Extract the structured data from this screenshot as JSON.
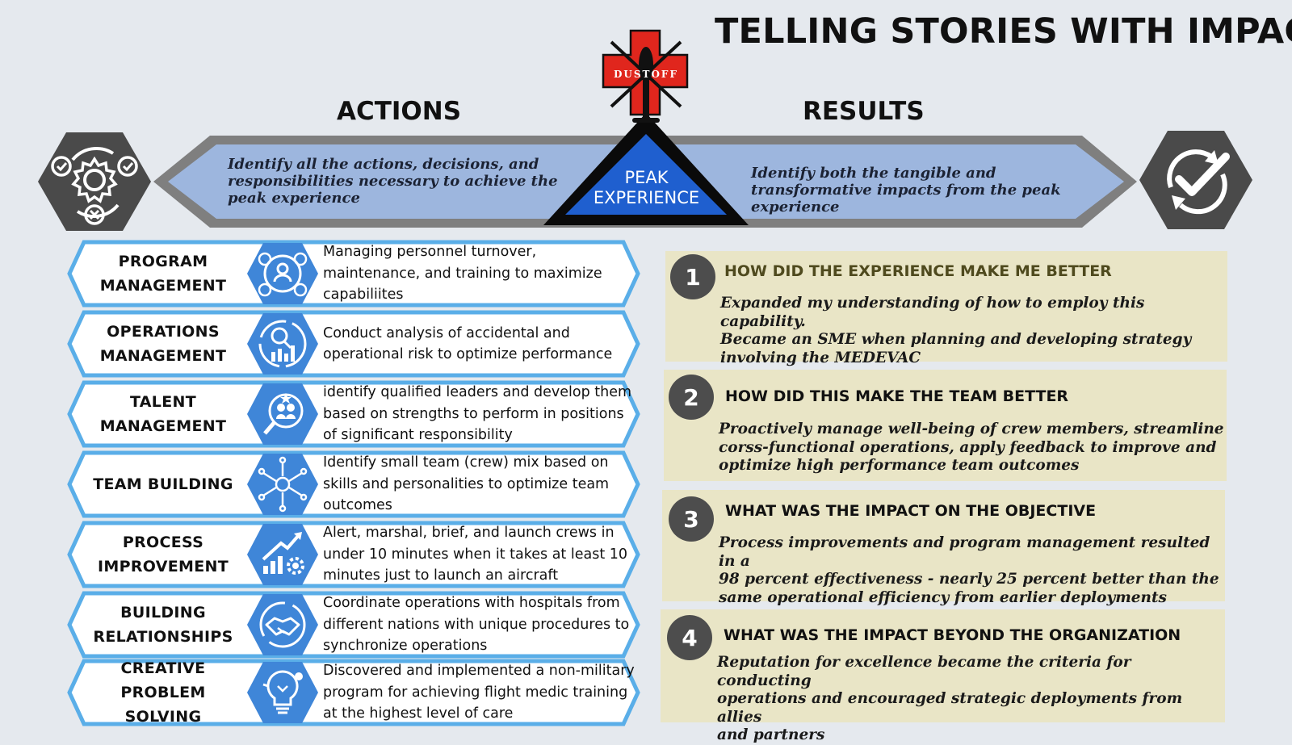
{
  "title": "TELLING STORIES WITH IMPACT",
  "actions_heading": "ACTIONS",
  "results_heading": "RESULTS",
  "left_banner_text": "Identify all the actions, decisions, and responsibilities necessary to achieve the peak experience",
  "right_banner_text": "Identify both the tangible and transformative impacts from the peak experience",
  "peak": {
    "line1": "PEAK",
    "line2": "EXPERIENCE"
  },
  "logo_text": "DUSTOFF",
  "icons": {
    "left_hex": "gear-checklist-icon",
    "right_hex": "check-cycle-icon"
  },
  "actions": [
    {
      "label_lines": [
        "PROGRAM",
        "MANAGEMENT"
      ],
      "icon": "program-management-icon",
      "description": "Managing personnel turnover, maintenance, and training to maximize capabiliites"
    },
    {
      "label_lines": [
        "OPERATIONS",
        "MANAGEMENT"
      ],
      "icon": "analysis-chart-icon",
      "description": "Conduct analysis of accidental and operational risk to optimize performance"
    },
    {
      "label_lines": [
        "TALENT",
        "MANAGEMENT"
      ],
      "icon": "talent-search-icon",
      "description": "identify qualified leaders and develop them based on strengths to perform in positions of significant responsibility"
    },
    {
      "label_lines": [
        "TEAM BUILDING"
      ],
      "icon": "team-circle-icon",
      "description": "Identify small team (crew) mix based on skills and personalities to optimize team outcomes"
    },
    {
      "label_lines": [
        "PROCESS",
        "IMPROVEMENT"
      ],
      "icon": "growth-gear-icon",
      "description": "Alert, marshal, brief, and launch crews in under 10 minutes when it takes at least 10 minutes just to launch an aircraft"
    },
    {
      "label_lines": [
        "BUILDING",
        "RELATIONSHIPS"
      ],
      "icon": "handshake-icon",
      "description": "Coordinate operations with hospitals from different nations with unique procedures to synchronize operations"
    },
    {
      "label_lines": [
        "CREATIVE",
        "PROBLEM SOLVING"
      ],
      "icon": "idea-bulb-icon",
      "description": "Discovered and implemented a non-military program for achieving flight medic training at the highest level of care"
    }
  ],
  "results": [
    {
      "number": "1",
      "question": "HOW DID THE EXPERIENCE MAKE ME BETTER",
      "answer_lines": [
        "Expanded my understanding of how to employ this capability.",
        "Became an SME when planning and developing strategy",
        "involving the MEDEVAC"
      ]
    },
    {
      "number": "2",
      "question": "HOW DID THIS MAKE THE TEAM BETTER",
      "answer_lines": [
        "Proactively manage well-being of crew members, streamline",
        "corss-functional operations, apply feedback to improve and",
        "optimize high performance team outcomes"
      ]
    },
    {
      "number": "3",
      "question": "WHAT WAS THE IMPACT ON THE OBJECTIVE",
      "answer_lines": [
        "Process improvements and program management resulted in a",
        "98 percent effectiveness - nearly 25 percent better than the",
        "same operational efficiency from earlier deployments"
      ]
    },
    {
      "number": "4",
      "question": "WHAT WAS THE IMPACT BEYOND THE ORGANIZATION",
      "answer_lines": [
        "Reputation for excellence became the criteria for conducting",
        "operations and encouraged strategic deployments from allies",
        "and partners"
      ]
    }
  ],
  "colors": {
    "banner_fill": "#9db6de",
    "banner_border": "#7f7f7f",
    "peak_blue": "#1f5fcf",
    "row_border": "#5aaee8",
    "icon_blue": "#3f86d8",
    "card_fill": "#e9e5c6",
    "hex_dark": "#4a4a4a",
    "logo_red": "#e0261d"
  }
}
